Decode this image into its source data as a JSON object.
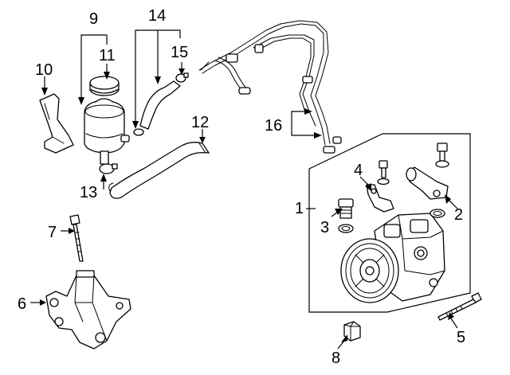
{
  "callouts": {
    "c1": "1",
    "c2": "2",
    "c3": "3",
    "c4": "4",
    "c5": "5",
    "c6": "6",
    "c7": "7",
    "c8": "8",
    "c9": "9",
    "c10": "10",
    "c11": "11",
    "c12": "12",
    "c13": "13",
    "c14": "14",
    "c15": "15",
    "c16": "16"
  },
  "icons": {
    "pump": "power-steering-pump-icon",
    "reservoir": "reservoir-icon",
    "bracket": "mounting-bracket-icon"
  }
}
